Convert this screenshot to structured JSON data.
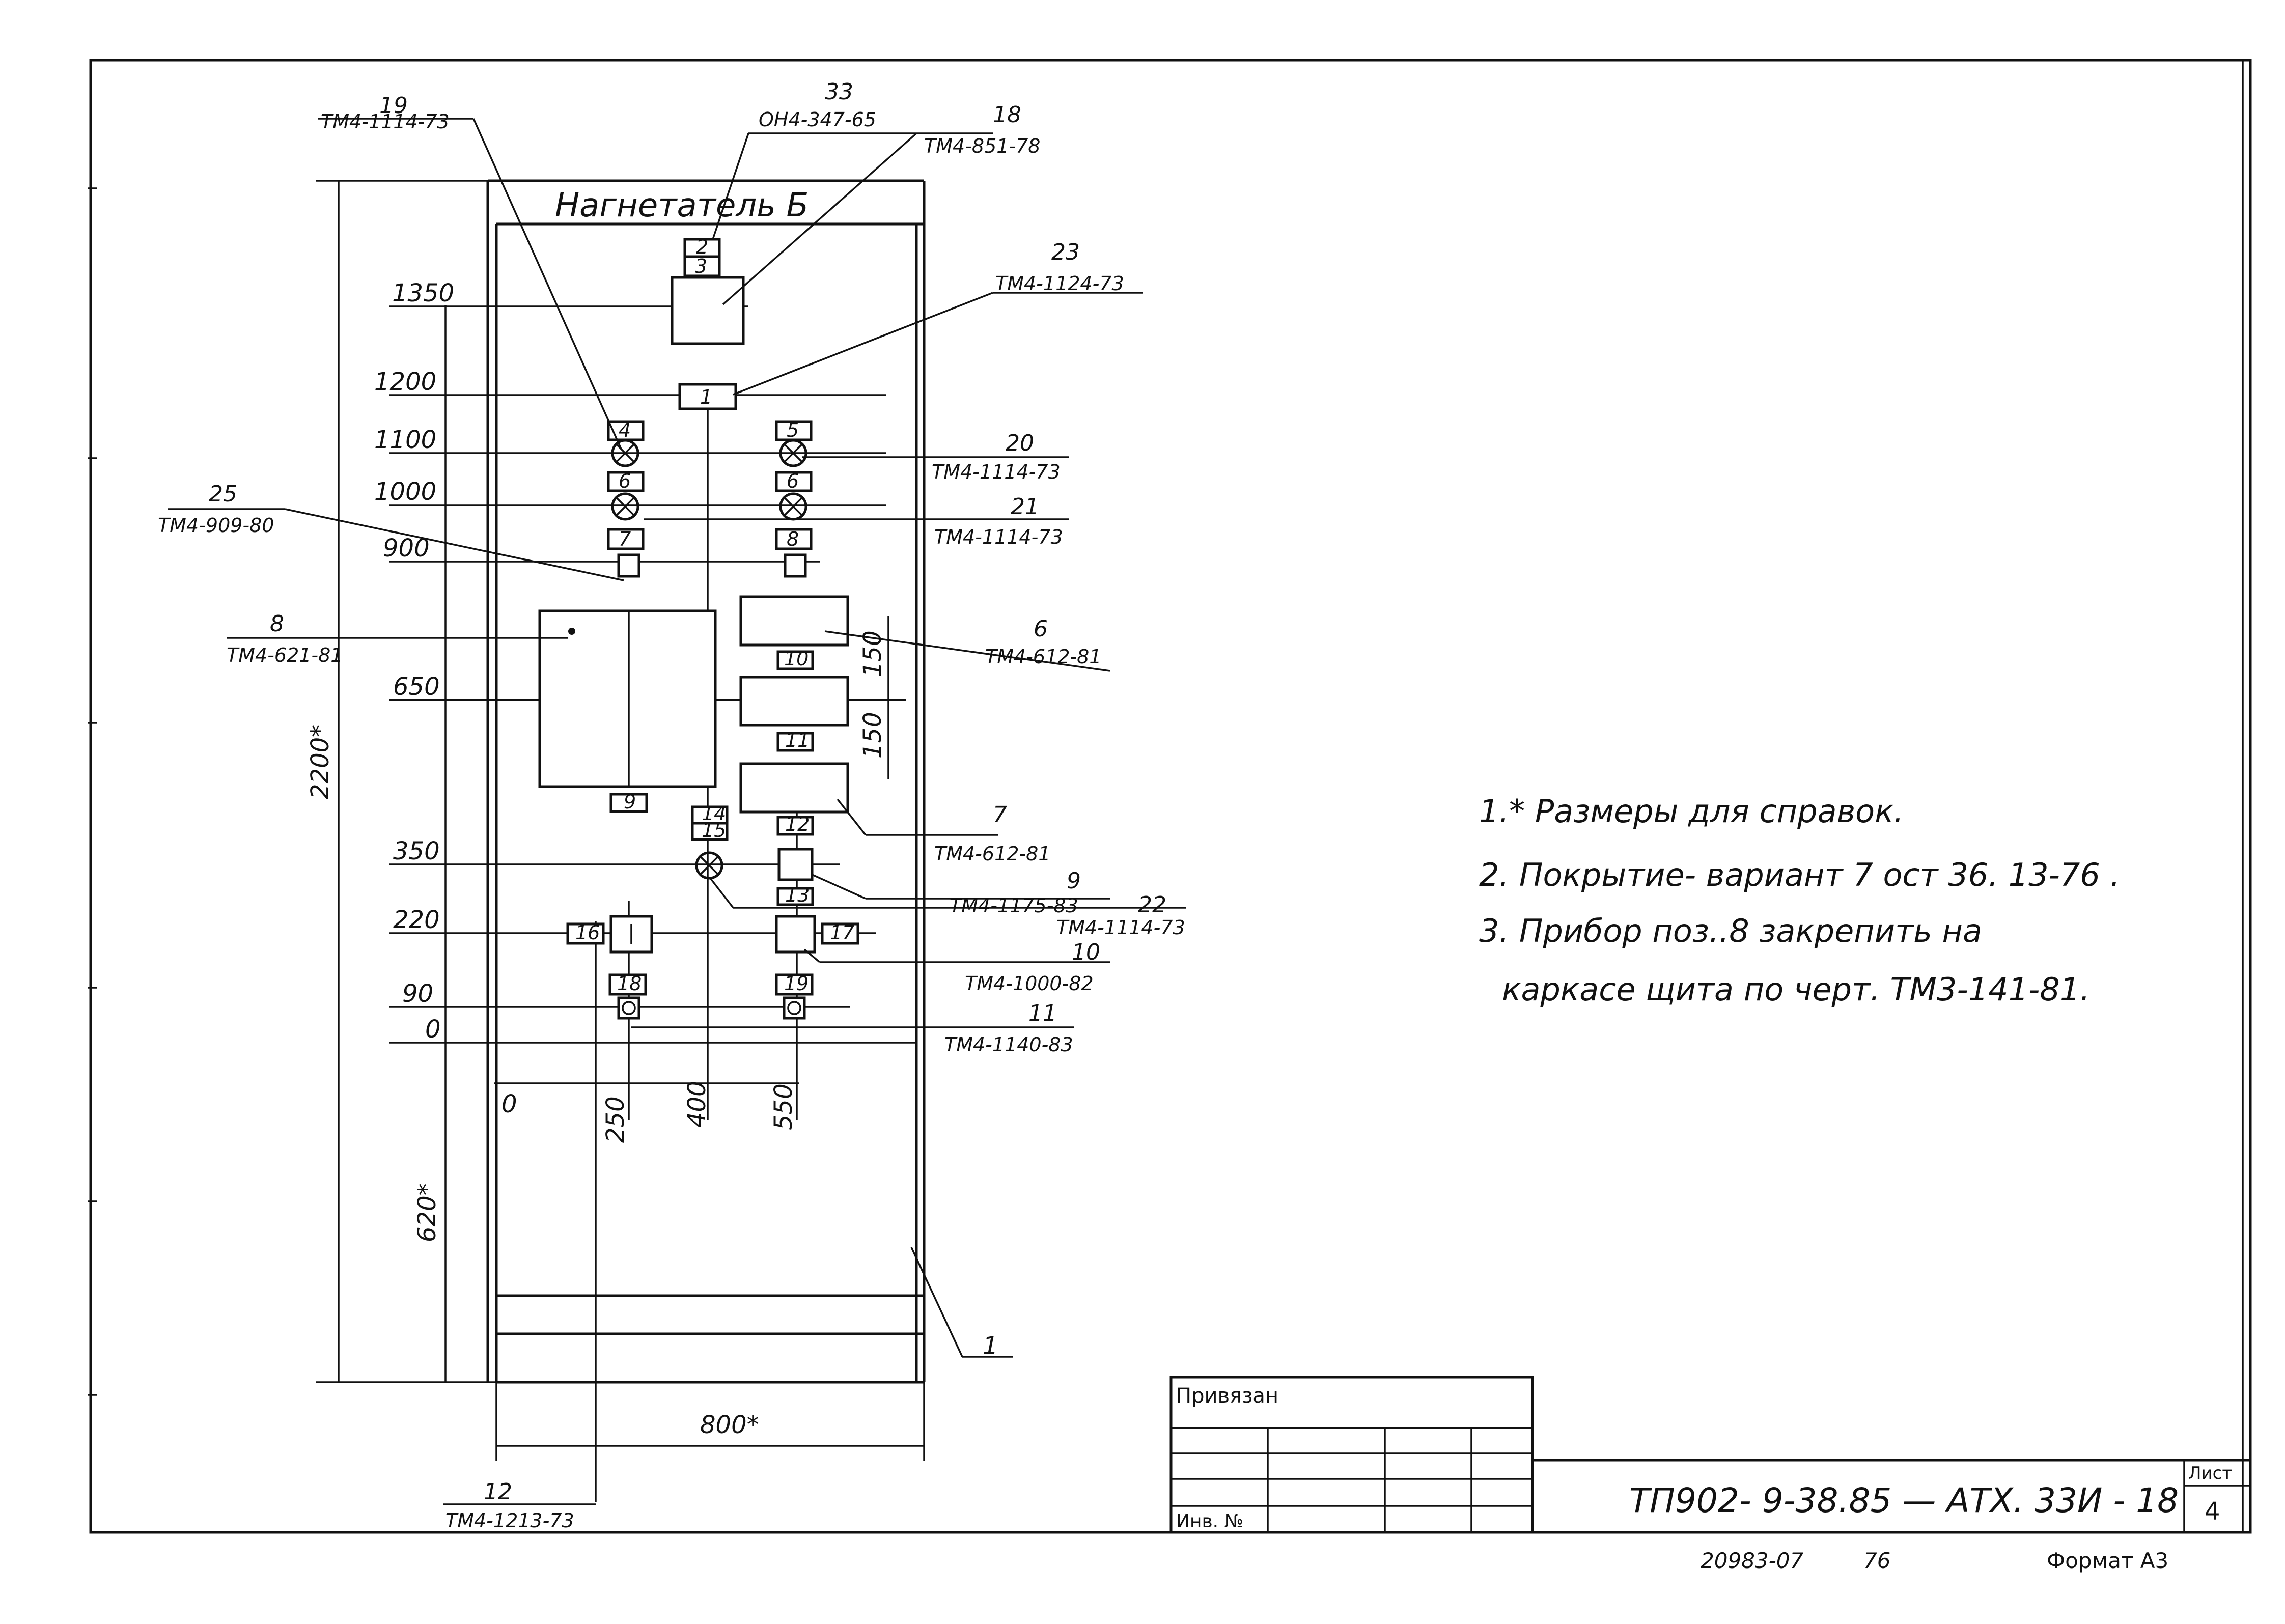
{
  "panel": {
    "title": "Нагнетатель Б",
    "position_number": "1"
  },
  "callouts": [
    {
      "pos": "19",
      "ref": "ТМ4-1114-73"
    },
    {
      "pos": "33",
      "ref": "ОН4-347-65"
    },
    {
      "pos": "18",
      "ref": "ТМ4-851-78"
    },
    {
      "pos": "23",
      "ref": "ТМ4-1124-73"
    },
    {
      "pos": "20",
      "ref": "ТМ4-1114-73"
    },
    {
      "pos": "21",
      "ref": "ТМ4-1114-73"
    },
    {
      "pos": "25",
      "ref": "ТМ4-909-80"
    },
    {
      "pos": "8",
      "ref": "ТМ4-621-81"
    },
    {
      "pos": "6",
      "ref": "ТМ4-612-81"
    },
    {
      "pos": "7",
      "ref": "ТМ4-612-81"
    },
    {
      "pos": "9",
      "ref": "ТМ4-1175-83"
    },
    {
      "pos": "22",
      "ref": "ТМ4-1114-73"
    },
    {
      "pos": "10",
      "ref": "ТМ4-1000-82"
    },
    {
      "pos": "11",
      "ref": "ТМ4-1140-83"
    },
    {
      "pos": "12",
      "ref": "ТМ4-1213-73"
    }
  ],
  "vertical_dims": [
    "1350",
    "1200",
    "1100",
    "1000",
    "900",
    "650",
    "350",
    "220",
    "90",
    "0"
  ],
  "horizontal_dims": [
    "0",
    "250",
    "400",
    "550"
  ],
  "overall_dims": {
    "height": "2200*",
    "lower": "620*",
    "width": "800*",
    "spacing_a": "150",
    "spacing_b": "150"
  },
  "tags": [
    "2",
    "3",
    "1",
    "4",
    "5",
    "6",
    "6",
    "7",
    "8",
    "10",
    "11",
    "12",
    "9",
    "14",
    "15",
    "13",
    "16",
    "17",
    "18",
    "19"
  ],
  "notes": [
    "1.* Размеры для справок.",
    "2. Покрытие- вариант 7 ост 36. 13-76 .",
    "3. Прибор поз..8 закрепить на",
    "каркасе щита по черт. ТМ3-141-81."
  ],
  "title_block": {
    "privyazan": "Привязан",
    "inv_no": "Инв. №",
    "designation": "ТП902- 9-38.85 — АТХ. 33И - 18",
    "sheet_label": "Лист",
    "sheet_no": "4",
    "archive_no": "20983-07",
    "archive_sub": "76",
    "format": "Формат А3"
  }
}
